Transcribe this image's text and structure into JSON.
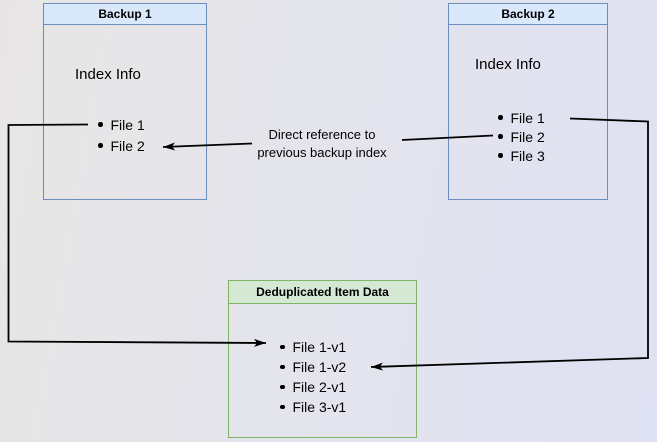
{
  "diagram": {
    "nodes": {
      "backup1": {
        "title": "Backup 1",
        "section_label": "Index Info",
        "items": [
          "File 1",
          "File 2"
        ]
      },
      "backup2": {
        "title": "Backup 2",
        "section_label": "Index Info",
        "items": [
          "File 1",
          "File 2",
          "File 3"
        ]
      },
      "dedup": {
        "title": "Deduplicated Item Data",
        "items": [
          "File 1-v1",
          "File 1-v2",
          "File 2-v1",
          "File 3-v1"
        ]
      }
    },
    "annotation": {
      "line1": "Direct reference to",
      "line2": "previous backup index"
    },
    "colors": {
      "blue_header_fill": "#dae8fc",
      "blue_border": "#6c8ebf",
      "green_header_fill": "#d5e8d4",
      "green_border": "#82b366",
      "connector": "#000000"
    }
  }
}
